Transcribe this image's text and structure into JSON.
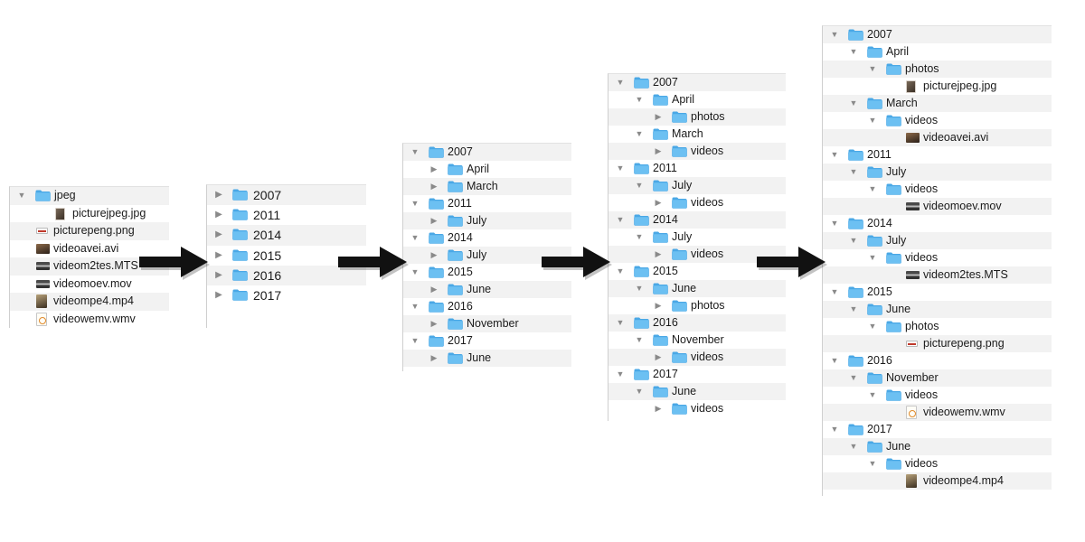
{
  "panels": [
    {
      "id": "flat-files",
      "rows": [
        {
          "label": "jpeg",
          "kind": "folder",
          "depth": 0,
          "toggle": "open"
        },
        {
          "label": "picturejpeg.jpg",
          "kind": "jpg",
          "depth": 1,
          "toggle": "none"
        },
        {
          "label": "picturepeng.png",
          "kind": "png",
          "depth": 0,
          "toggle": "none"
        },
        {
          "label": "videoavei.avi",
          "kind": "avi",
          "depth": 0,
          "toggle": "none"
        },
        {
          "label": "videom2tes.MTS",
          "kind": "mov",
          "depth": 0,
          "toggle": "none"
        },
        {
          "label": "videomoev.mov",
          "kind": "mov",
          "depth": 0,
          "toggle": "none"
        },
        {
          "label": "videompe4.mp4",
          "kind": "mp4",
          "depth": 0,
          "toggle": "none"
        },
        {
          "label": "videowemv.wmv",
          "kind": "wmv",
          "depth": 0,
          "toggle": "none"
        }
      ]
    },
    {
      "id": "years",
      "rows": [
        {
          "label": "2007",
          "kind": "folder",
          "depth": 0,
          "toggle": "closed"
        },
        {
          "label": "2011",
          "kind": "folder",
          "depth": 0,
          "toggle": "closed"
        },
        {
          "label": "2014",
          "kind": "folder",
          "depth": 0,
          "toggle": "closed"
        },
        {
          "label": "2015",
          "kind": "folder",
          "depth": 0,
          "toggle": "closed"
        },
        {
          "label": "2016",
          "kind": "folder",
          "depth": 0,
          "toggle": "closed"
        },
        {
          "label": "2017",
          "kind": "folder",
          "depth": 0,
          "toggle": "closed"
        }
      ]
    },
    {
      "id": "years-months",
      "rows": [
        {
          "label": "2007",
          "kind": "folder",
          "depth": 0,
          "toggle": "open"
        },
        {
          "label": "April",
          "kind": "folder",
          "depth": 1,
          "toggle": "closed"
        },
        {
          "label": "March",
          "kind": "folder",
          "depth": 1,
          "toggle": "closed"
        },
        {
          "label": "2011",
          "kind": "folder",
          "depth": 0,
          "toggle": "open"
        },
        {
          "label": "July",
          "kind": "folder",
          "depth": 1,
          "toggle": "closed"
        },
        {
          "label": "2014",
          "kind": "folder",
          "depth": 0,
          "toggle": "open"
        },
        {
          "label": "July",
          "kind": "folder",
          "depth": 1,
          "toggle": "closed"
        },
        {
          "label": "2015",
          "kind": "folder",
          "depth": 0,
          "toggle": "open"
        },
        {
          "label": "June",
          "kind": "folder",
          "depth": 1,
          "toggle": "closed"
        },
        {
          "label": "2016",
          "kind": "folder",
          "depth": 0,
          "toggle": "open"
        },
        {
          "label": "November",
          "kind": "folder",
          "depth": 1,
          "toggle": "closed"
        },
        {
          "label": "2017",
          "kind": "folder",
          "depth": 0,
          "toggle": "open"
        },
        {
          "label": "June",
          "kind": "folder",
          "depth": 1,
          "toggle": "closed"
        }
      ]
    },
    {
      "id": "years-months-types",
      "rows": [
        {
          "label": "2007",
          "kind": "folder",
          "depth": 0,
          "toggle": "open"
        },
        {
          "label": "April",
          "kind": "folder",
          "depth": 1,
          "toggle": "open"
        },
        {
          "label": "photos",
          "kind": "folder",
          "depth": 2,
          "toggle": "closed"
        },
        {
          "label": "March",
          "kind": "folder",
          "depth": 1,
          "toggle": "open"
        },
        {
          "label": "videos",
          "kind": "folder",
          "depth": 2,
          "toggle": "closed"
        },
        {
          "label": "2011",
          "kind": "folder",
          "depth": 0,
          "toggle": "open"
        },
        {
          "label": "July",
          "kind": "folder",
          "depth": 1,
          "toggle": "open"
        },
        {
          "label": "videos",
          "kind": "folder",
          "depth": 2,
          "toggle": "closed"
        },
        {
          "label": "2014",
          "kind": "folder",
          "depth": 0,
          "toggle": "open"
        },
        {
          "label": "July",
          "kind": "folder",
          "depth": 1,
          "toggle": "open"
        },
        {
          "label": "videos",
          "kind": "folder",
          "depth": 2,
          "toggle": "closed"
        },
        {
          "label": "2015",
          "kind": "folder",
          "depth": 0,
          "toggle": "open"
        },
        {
          "label": "June",
          "kind": "folder",
          "depth": 1,
          "toggle": "open"
        },
        {
          "label": "photos",
          "kind": "folder",
          "depth": 2,
          "toggle": "closed"
        },
        {
          "label": "2016",
          "kind": "folder",
          "depth": 0,
          "toggle": "open"
        },
        {
          "label": "November",
          "kind": "folder",
          "depth": 1,
          "toggle": "open"
        },
        {
          "label": "videos",
          "kind": "folder",
          "depth": 2,
          "toggle": "closed"
        },
        {
          "label": "2017",
          "kind": "folder",
          "depth": 0,
          "toggle": "open"
        },
        {
          "label": "June",
          "kind": "folder",
          "depth": 1,
          "toggle": "open"
        },
        {
          "label": "videos",
          "kind": "folder",
          "depth": 2,
          "toggle": "closed"
        }
      ]
    },
    {
      "id": "fully-expanded",
      "rows": [
        {
          "label": "2007",
          "kind": "folder",
          "depth": 0,
          "toggle": "open"
        },
        {
          "label": "April",
          "kind": "folder",
          "depth": 1,
          "toggle": "open"
        },
        {
          "label": "photos",
          "kind": "folder",
          "depth": 2,
          "toggle": "open"
        },
        {
          "label": "picturejpeg.jpg",
          "kind": "jpg",
          "depth": 3,
          "toggle": "none"
        },
        {
          "label": "March",
          "kind": "folder",
          "depth": 1,
          "toggle": "open"
        },
        {
          "label": "videos",
          "kind": "folder",
          "depth": 2,
          "toggle": "open"
        },
        {
          "label": "videoavei.avi",
          "kind": "avi",
          "depth": 3,
          "toggle": "none"
        },
        {
          "label": "2011",
          "kind": "folder",
          "depth": 0,
          "toggle": "open"
        },
        {
          "label": "July",
          "kind": "folder",
          "depth": 1,
          "toggle": "open"
        },
        {
          "label": "videos",
          "kind": "folder",
          "depth": 2,
          "toggle": "open"
        },
        {
          "label": "videomoev.mov",
          "kind": "mov",
          "depth": 3,
          "toggle": "none"
        },
        {
          "label": "2014",
          "kind": "folder",
          "depth": 0,
          "toggle": "open"
        },
        {
          "label": "July",
          "kind": "folder",
          "depth": 1,
          "toggle": "open"
        },
        {
          "label": "videos",
          "kind": "folder",
          "depth": 2,
          "toggle": "open"
        },
        {
          "label": "videom2tes.MTS",
          "kind": "mov",
          "depth": 3,
          "toggle": "none"
        },
        {
          "label": "2015",
          "kind": "folder",
          "depth": 0,
          "toggle": "open"
        },
        {
          "label": "June",
          "kind": "folder",
          "depth": 1,
          "toggle": "open"
        },
        {
          "label": "photos",
          "kind": "folder",
          "depth": 2,
          "toggle": "open"
        },
        {
          "label": "picturepeng.png",
          "kind": "png",
          "depth": 3,
          "toggle": "none"
        },
        {
          "label": "2016",
          "kind": "folder",
          "depth": 0,
          "toggle": "open"
        },
        {
          "label": "November",
          "kind": "folder",
          "depth": 1,
          "toggle": "open"
        },
        {
          "label": "videos",
          "kind": "folder",
          "depth": 2,
          "toggle": "open"
        },
        {
          "label": "videowemv.wmv",
          "kind": "wmv",
          "depth": 3,
          "toggle": "none"
        },
        {
          "label": "2017",
          "kind": "folder",
          "depth": 0,
          "toggle": "open"
        },
        {
          "label": "June",
          "kind": "folder",
          "depth": 1,
          "toggle": "open"
        },
        {
          "label": "videos",
          "kind": "folder",
          "depth": 2,
          "toggle": "open"
        },
        {
          "label": "videompe4.mp4",
          "kind": "mp4",
          "depth": 3,
          "toggle": "none"
        }
      ]
    }
  ],
  "icons": {
    "toggle_open": "disclosure-triangle-down-icon",
    "toggle_closed": "disclosure-triangle-right-icon",
    "folder": "folder-icon",
    "arrow": "right-arrow-icon"
  },
  "colors": {
    "folder_body": "#6cc0f2",
    "folder_tab": "#4aa8e6",
    "row_alt": "#f2f2f2",
    "arrow": "#111111"
  }
}
